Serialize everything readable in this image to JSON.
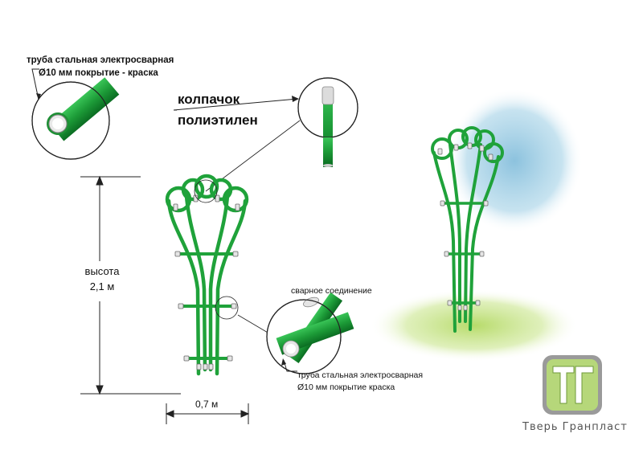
{
  "labels": {
    "pipe_top_line1": "труба  стальная электросварная",
    "pipe_top_line2": "Ø10 мм покрытие - краска",
    "cap_line1": "колпачок",
    "cap_line2": "полиэтилен",
    "height_label": "высота",
    "height_value": "2,1 м",
    "weld_label": "сварное соединение",
    "pipe_bottom_line1": "труба стальная электросварная",
    "pipe_bottom_line2": "Ø10 мм покрытие краска",
    "width_label": "0,7 м"
  },
  "company": {
    "name": "Тверь Гранпласт",
    "logo_text": "ТГ"
  },
  "colors": {
    "pipe_green": "#1fa23a",
    "pipe_dark": "#0e7a26",
    "sky_blue": "#9ccbe3",
    "grass_green": "#c9e48a",
    "logo_green": "#a8cf6b",
    "logo_gray": "#8a8a8a"
  }
}
